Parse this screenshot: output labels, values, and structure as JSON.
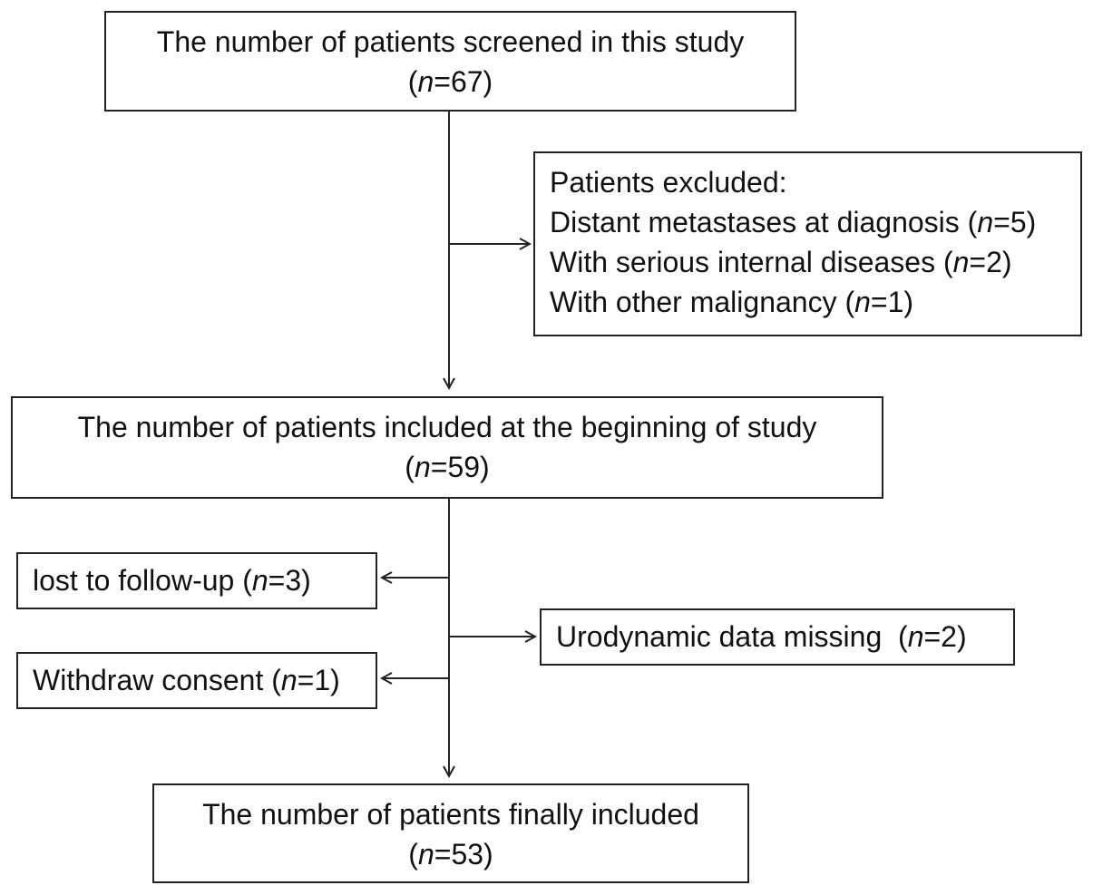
{
  "flowchart": {
    "screened": {
      "label": "The number of patients screened in this study",
      "n_prefix": "(",
      "n_symbol": "n",
      "n_value": "=67)"
    },
    "excluded": {
      "heading": "Patients excluded:",
      "items": [
        {
          "label": "Distant metastases at diagnosis (",
          "n_symbol": "n",
          "n_value": "=5)"
        },
        {
          "label": "With serious internal diseases (",
          "n_symbol": "n",
          "n_value": "=2)"
        },
        {
          "label": "With other malignancy (",
          "n_symbol": "n",
          "n_value": "=1)"
        }
      ]
    },
    "included_beginning": {
      "label": "The number of patients included at the beginning of study",
      "n_prefix": "(",
      "n_symbol": "n",
      "n_value": "=59)"
    },
    "lost_follow_up": {
      "label": "lost to follow-up (",
      "n_symbol": "n",
      "n_value": "=3)"
    },
    "urodynamic_missing": {
      "label": "Urodynamic data missing  (",
      "n_symbol": "n",
      "n_value": "=2)"
    },
    "withdraw_consent": {
      "label": "Withdraw consent (",
      "n_symbol": "n",
      "n_value": "=1)"
    },
    "finally_included": {
      "label": "The number of patients finally included",
      "n_prefix": "(",
      "n_symbol": "n",
      "n_value": "=53)"
    }
  },
  "colors": {
    "stroke": "#222222",
    "text": "#111111",
    "background": "#ffffff"
  }
}
